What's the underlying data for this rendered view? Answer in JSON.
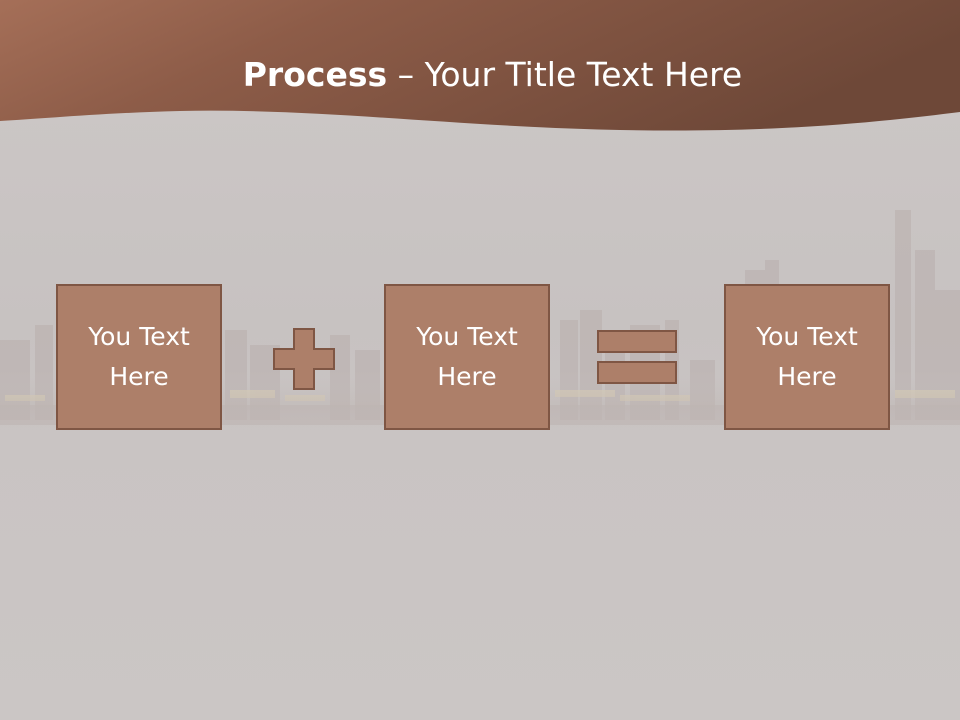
{
  "slide": {
    "title_bold": "Process",
    "title_rest": " – Your Title Text Here",
    "boxes": [
      {
        "text": "You Text Here"
      },
      {
        "text": "You Text Here"
      },
      {
        "text": "You Text Here"
      }
    ],
    "operators": [
      "plus-icon",
      "equals-icon"
    ]
  },
  "colors": {
    "header_dark": "#6a4536",
    "header_light": "#a46d56",
    "box_fill": "#ad7f69",
    "box_border": "#7f5644",
    "background": "#c9c4c3"
  }
}
